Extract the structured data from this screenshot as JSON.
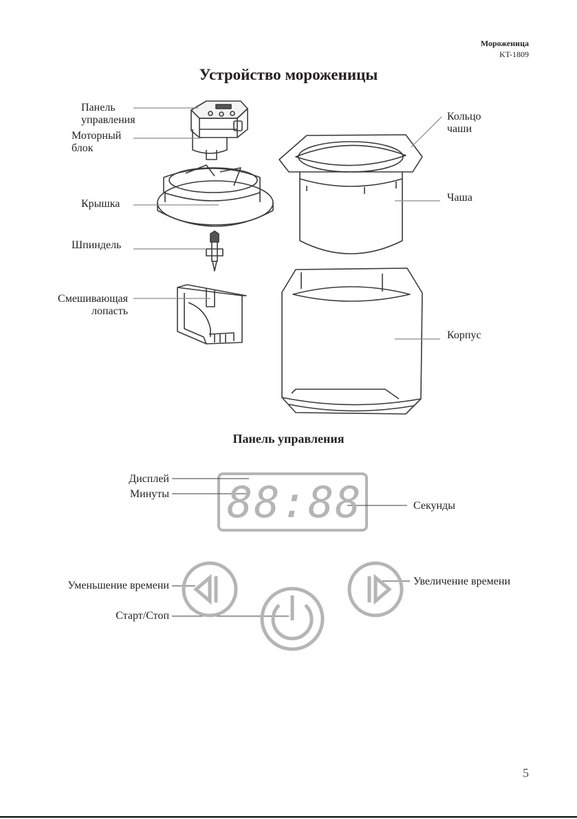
{
  "header": {
    "product_name": "Мороженица",
    "model": "KT-1809"
  },
  "title": "Устройство мороженицы",
  "device_parts": {
    "control_panel": [
      "Панель",
      "управления"
    ],
    "motor_unit": [
      "Моторный",
      "блок"
    ],
    "lid": "Крышка",
    "spindle": "Шпиндель",
    "paddle": [
      "Смешивающая",
      "лопасть"
    ],
    "bowl_ring": [
      "Кольцо",
      "чаши"
    ],
    "bowl": "Чаша",
    "housing": "Корпус"
  },
  "panel_title": "Панель управления",
  "panel_labels": {
    "display": "Дисплей",
    "minutes": "Минуты",
    "seconds": "Секунды",
    "decrease": "Уменьшение времени",
    "increase": "Увеличение времени",
    "start_stop": "Старт/Стоп"
  },
  "display_readout": "88:88",
  "page_number": "5",
  "colors": {
    "line": "#8a8a8a",
    "drawing": "#3a3a3a",
    "panel_gray": "#b5b5b5"
  },
  "icons": [
    "decrease-time-icon",
    "increase-time-icon",
    "power-icon"
  ]
}
